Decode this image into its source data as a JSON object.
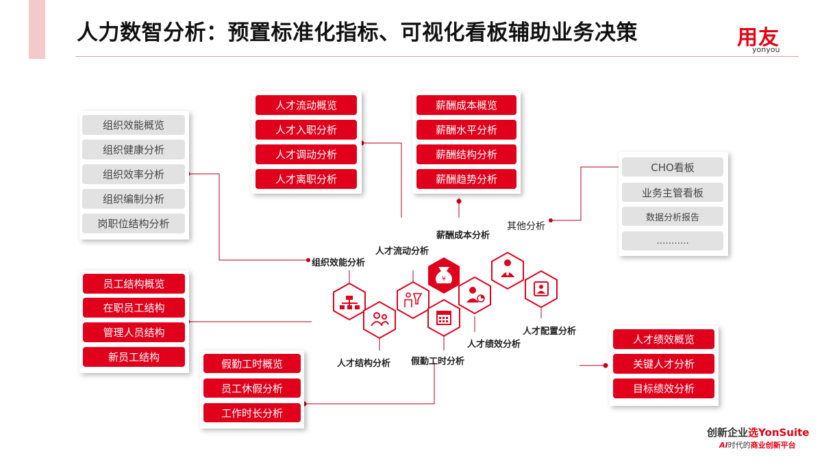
{
  "title": "人力数智分析：预置标准化指标、可视化看板辅助业务决策",
  "logo": {
    "main": "用友",
    "sub": "yonyou"
  },
  "panels": {
    "org": [
      "组织效能概览",
      "组织健康分析",
      "组织效率分析",
      "组织编制分析",
      "岗职位结构分析"
    ],
    "flow": [
      "人才流动概览",
      "人才入职分析",
      "人才调动分析",
      "人才离职分析"
    ],
    "salary": [
      "薪酬成本概览",
      "薪酬水平分析",
      "薪酬结构分析",
      "薪酬趋势分析"
    ],
    "other": [
      "CHO看板",
      "业务主管看板",
      "数据分析报告",
      "……….."
    ],
    "staff": [
      "员工结构概览",
      "在职员工结构",
      "管理人员结构",
      "新员工结构"
    ],
    "attendance": [
      "假勤工时概览",
      "员工休假分析",
      "工作时长分析"
    ],
    "performance": [
      "人才绩效概览",
      "关键人才分析",
      "目标绩效分析"
    ]
  },
  "hub_labels": {
    "org": "组织效能分析",
    "structure": "人才结构分析",
    "flow": "人才流动分析",
    "salary": "薪酬成本分析",
    "attendance": "假勤工时分析",
    "performance": "人才绩效分析",
    "other": "其他分析",
    "config": "人才配置分析"
  },
  "brand": {
    "line1_prefix": "创新企业",
    "line1_select": "选",
    "line1_product": "YonSuite",
    "line2_ai": "AI",
    "line2_mid": "时代的",
    "line2_hl": "商业创新平台"
  },
  "colors": {
    "accent": "#e60012",
    "item_red": "#e0001b",
    "item_gray": "#e2e2e2",
    "hex_stroke": "#e0001b"
  }
}
